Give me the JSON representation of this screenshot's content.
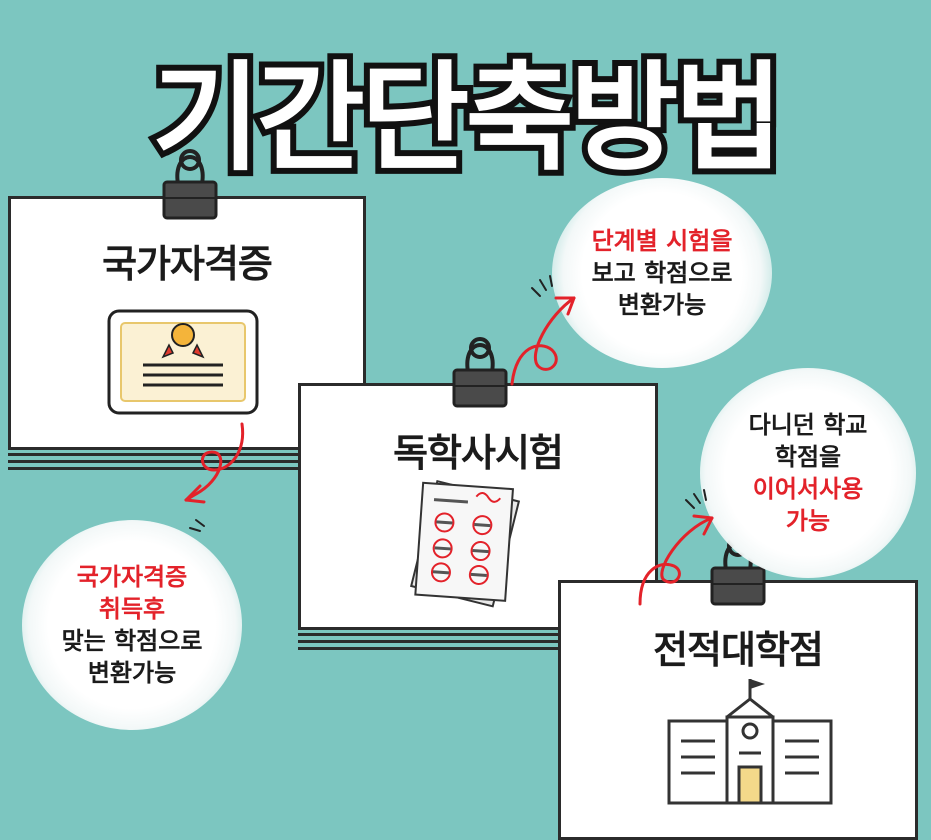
{
  "title": "기간단축방법",
  "cards": {
    "license": {
      "title": "국가자격증"
    },
    "self_study": {
      "title": "독학사시험"
    },
    "transfer": {
      "title": "전적대학점"
    }
  },
  "bubbles": {
    "license": {
      "line1": "국가자격증",
      "line2": "취득후",
      "line3": "맞는 학점으로",
      "line4": "변환가능"
    },
    "self_study": {
      "line1": "단계별 시험을",
      "line2": "보고 학점으로",
      "line3": "변환가능"
    },
    "transfer": {
      "line1": "다니던 학교",
      "line2": "학점을",
      "line3": "이어서사용",
      "line4": "가능"
    }
  },
  "colors": {
    "background": "#7cc6c0",
    "accent": "#e3222a",
    "outline": "#2b2b2b"
  },
  "icons": [
    "binder-clip-icon",
    "certificate-icon",
    "exam-paper-icon",
    "school-building-icon",
    "curly-arrow-icon"
  ]
}
